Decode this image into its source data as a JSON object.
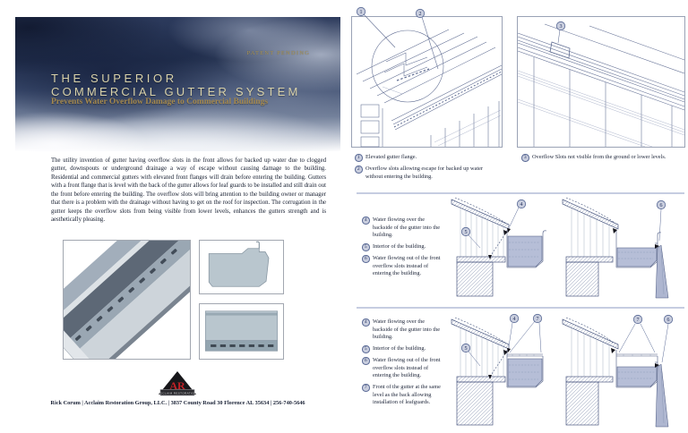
{
  "page": {
    "header": {
      "patent": "PATENT PENDING",
      "title_line1": "THE SUPERIOR",
      "title_line2": "COMMERCIAL GUTTER SYSTEM",
      "subtitle": "Prevents Water Overflow Damage to Commercial Buildings"
    },
    "body_paragraph": "The utility invention of gutter having overflow slots in the front allows for backed up water due to clogged gutter, downspouts or underground drainage a way of escape without causing damage to the building. Residential and commercial gutters with elevated front flanges will drain before entering the building. Gutters with a front flange that is level with the back of the gutter allows for leaf guards to be installed and still drain out the front before entering the building. The overflow slots will bring attention to the building owner or manager that there is a problem with the drainage without having to get on the roof for inspection. The corrugation in the gutter keeps the overflow slots from being visible from lower levels, enhances the gutters strength and is aesthetically pleasing.",
    "logo": {
      "monogram": "AR",
      "banner": "ACCLAIM RESTORATION"
    },
    "footer": "Rick Corum | Acclaim Restoration Group, LLC. | 3837 County Road 30 Florence AL 35634 | 256-740-5646"
  },
  "callout_numbers": {
    "n1": "1",
    "n2": "2",
    "n3": "3",
    "n4": "4",
    "n5": "5",
    "n6": "6",
    "n7": "7"
  },
  "diagrams": {
    "top": {
      "captions": [
        {
          "num": "1",
          "text": "Elevated gutter flange."
        },
        {
          "num": "2",
          "text": "Overflow slots allowing escape for backed up water without entering the building."
        },
        {
          "num": "3",
          "text": "Overflow Slots not visible from the ground or lower levels."
        }
      ]
    },
    "middle": {
      "captions": [
        {
          "num": "4",
          "text": "Water flowing over the backside of the gutter into the building."
        },
        {
          "num": "5",
          "text": "Interior of the building."
        },
        {
          "num": "6",
          "text": "Water flowing out of the front overflow slots instead of entering the building."
        }
      ]
    },
    "bottom": {
      "captions": [
        {
          "num": "4",
          "text": "Water flowing over the backside of the gutter into the building."
        },
        {
          "num": "5",
          "text": "Interior of the building."
        },
        {
          "num": "6",
          "text": "Water flowing out of the front overflow slots instead of entering the building."
        },
        {
          "num": "7",
          "text": "Front of the gutter at the same level as the back allowing installation of leafguards."
        }
      ]
    }
  },
  "colors": {
    "title_cream": "#d9d2aa",
    "gold": "#a5894e",
    "logo_red": "#c32127",
    "sky_navy": "#24304f",
    "water_blue": "#b6bed7",
    "line_blue": "#4a5880"
  }
}
